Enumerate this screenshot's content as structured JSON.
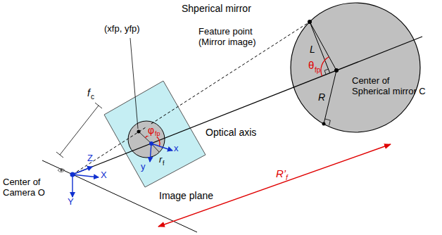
{
  "diagram": {
    "labels": [
      "Shperical mirror",
      "Feature point (Mirror image)",
      "θ",
      "fp",
      "Center of Spherical mirror C",
      "L",
      "R",
      "(xfp, yfp)",
      "f",
      "c",
      "φ",
      "fp",
      "Optical axis",
      "r",
      "f",
      "x",
      "y",
      "Z",
      "X",
      "Y",
      "Center of Camera O",
      "Image plane",
      "R’",
      "f"
    ]
  }
}
